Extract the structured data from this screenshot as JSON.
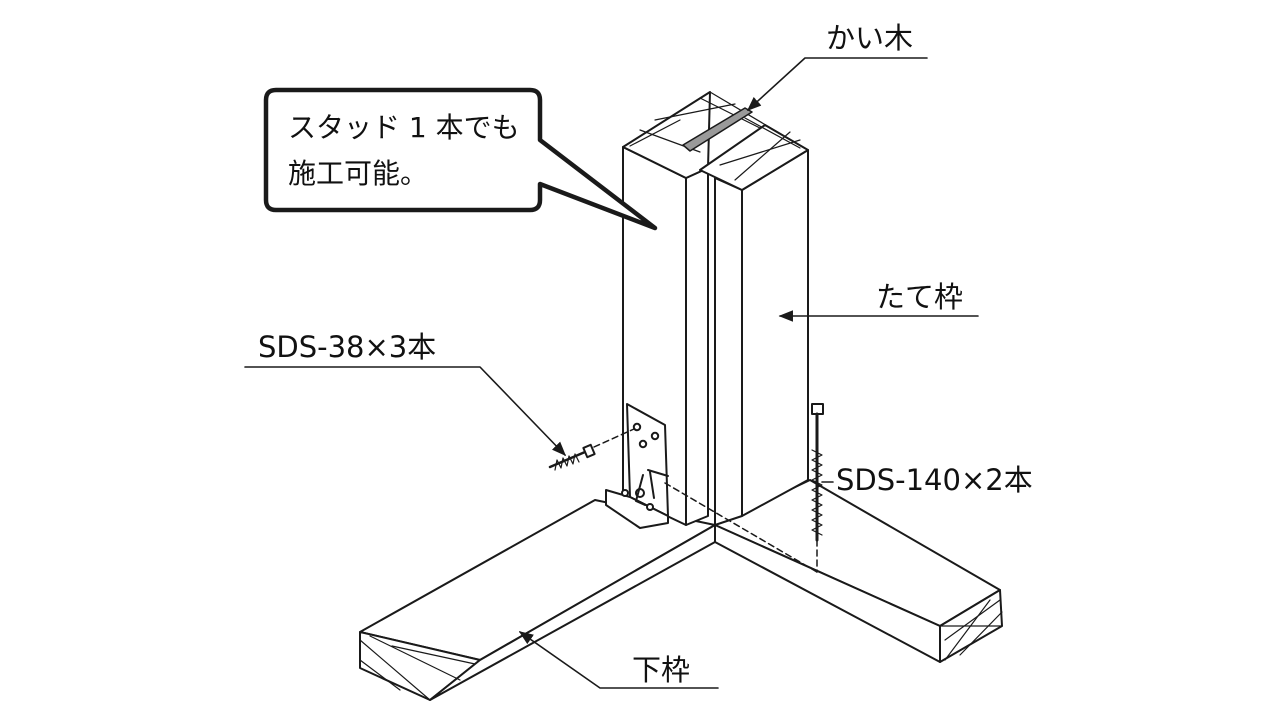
{
  "callout": {
    "line1": "スタッド 1 本でも",
    "line2": "施工可能。"
  },
  "labels": {
    "blocking": "かい木",
    "vertical_frame": "たて枠",
    "small_screw": "SDS-38×3本",
    "long_screw": "SDS-140×2本",
    "bottom_plate": "下枠"
  },
  "colors": {
    "line": "#1a1a1a",
    "blocking_fill": "#9a9a9a",
    "background": "#ffffff"
  }
}
